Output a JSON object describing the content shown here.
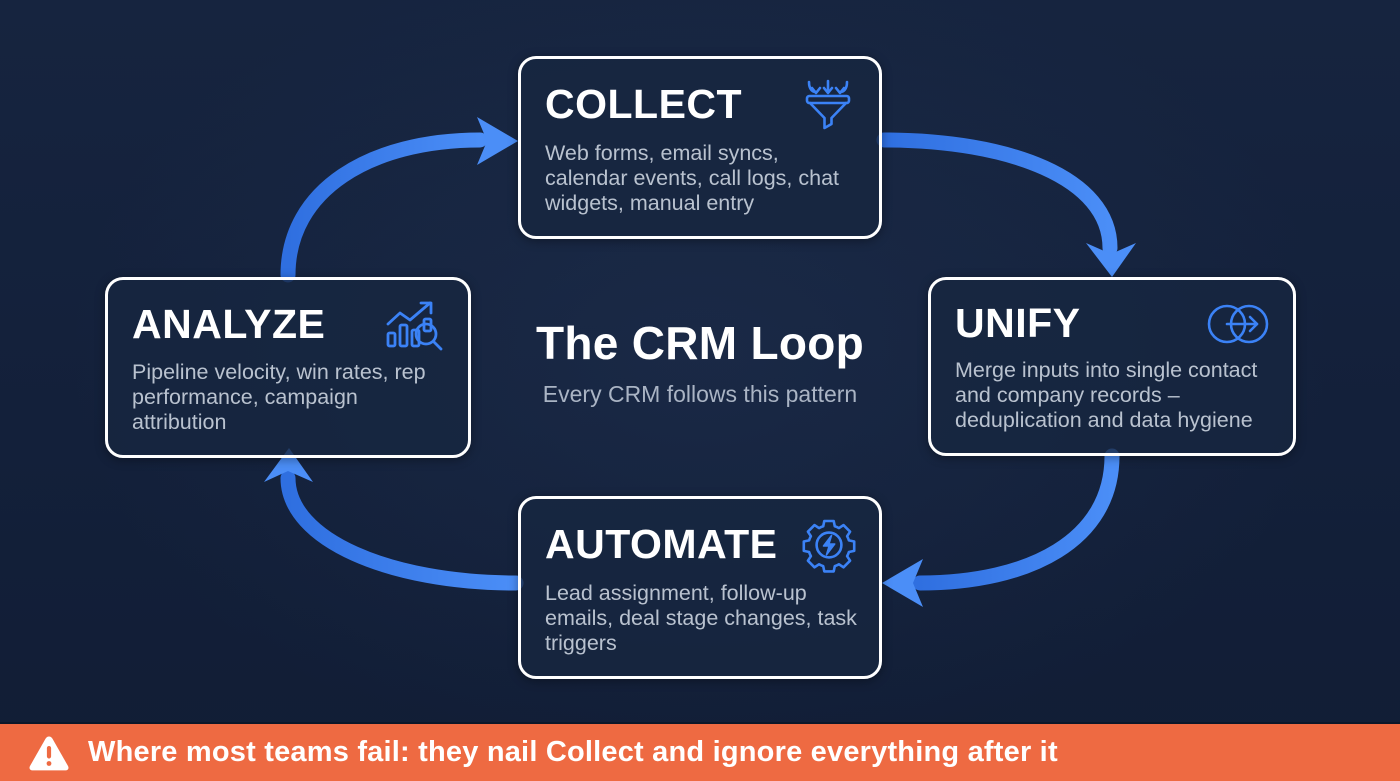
{
  "theme": {
    "background": "#14223c",
    "card_border": "#ffffff",
    "card_fill": "#172640",
    "arrow_color": "#3b82f6",
    "icon_color": "#3b82f6",
    "title_color": "#ffffff",
    "body_color": "#b9c2cf",
    "banner_bg": "#ee6a42",
    "banner_text": "#ffffff"
  },
  "center": {
    "title": "The CRM Loop",
    "subtitle": "Every CRM follows this pattern"
  },
  "cards": [
    {
      "id": "collect",
      "title": "COLLECT",
      "body": "Web forms, email syncs, calendar events, call logs, chat widgets, manual entry",
      "icon": "funnel-icon"
    },
    {
      "id": "unify",
      "title": "UNIFY",
      "body": "Merge inputs into single contact and company records – deduplication and data hygiene",
      "icon": "venn-merge-icon"
    },
    {
      "id": "automate",
      "title": "AUTOMATE",
      "body": "Lead assignment, follow-up emails, deal stage changes, task triggers",
      "icon": "gear-bolt-icon"
    },
    {
      "id": "analyze",
      "title": "ANALYZE",
      "body": "Pipeline velocity, win rates, rep performance, campaign attribution",
      "icon": "chart-magnifier-icon"
    }
  ],
  "arrows": [
    {
      "id": "analyze-to-collect",
      "from": "ANALYZE",
      "to": "COLLECT",
      "direction": "clockwise"
    },
    {
      "id": "collect-to-unify",
      "from": "COLLECT",
      "to": "UNIFY",
      "direction": "clockwise"
    },
    {
      "id": "unify-to-automate",
      "from": "UNIFY",
      "to": "AUTOMATE",
      "direction": "clockwise"
    },
    {
      "id": "automate-to-analyze",
      "from": "AUTOMATE",
      "to": "ANALYZE",
      "direction": "clockwise"
    }
  ],
  "banner": {
    "icon": "warning-triangle-icon",
    "text": "Where most teams fail: they nail Collect and ignore everything after it"
  }
}
